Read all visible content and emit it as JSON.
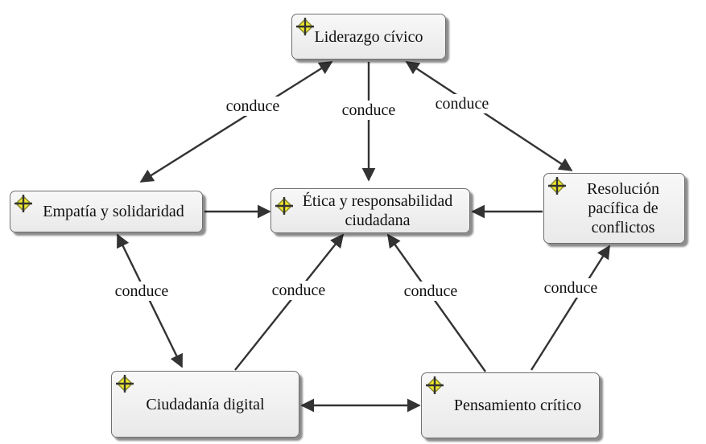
{
  "nodes": {
    "liderazgo": {
      "label": "Liderazgo cívico",
      "icon": "concept-icon"
    },
    "empatia": {
      "label": "Empatía y solidaridad",
      "icon": "concept-icon"
    },
    "etica": {
      "label": "Ética y responsabilidad\nciudadana",
      "icon": "concept-icon"
    },
    "resolucion": {
      "label": "Resolución\npacífica de\nconflictos",
      "icon": "concept-icon"
    },
    "ciudadania": {
      "label": "Ciudadanía digital",
      "icon": "concept-icon"
    },
    "pensamiento": {
      "label": "Pensamiento crítico",
      "icon": "concept-icon"
    }
  },
  "links": [
    {
      "from": "liderazgo",
      "to": "empatia",
      "label": "conduce"
    },
    {
      "from": "liderazgo",
      "to": "etica",
      "label": "conduce"
    },
    {
      "from": "liderazgo",
      "to": "resolucion",
      "label": "conduce"
    },
    {
      "from": "empatia",
      "to": "etica",
      "label": ""
    },
    {
      "from": "resolucion",
      "to": "etica",
      "label": ""
    },
    {
      "from": "empatia",
      "to": "ciudadania",
      "label": "conduce"
    },
    {
      "from": "ciudadania",
      "to": "etica",
      "label": "conduce"
    },
    {
      "from": "pensamiento",
      "to": "etica",
      "label": "conduce"
    },
    {
      "from": "pensamiento",
      "to": "resolucion",
      "label": "conduce"
    },
    {
      "from": "ciudadania",
      "to": "pensamiento",
      "label": ""
    }
  ],
  "colors": {
    "icon_fill": "#f2ea2e",
    "icon_stroke": "#8a8a2a",
    "line": "#333333"
  }
}
